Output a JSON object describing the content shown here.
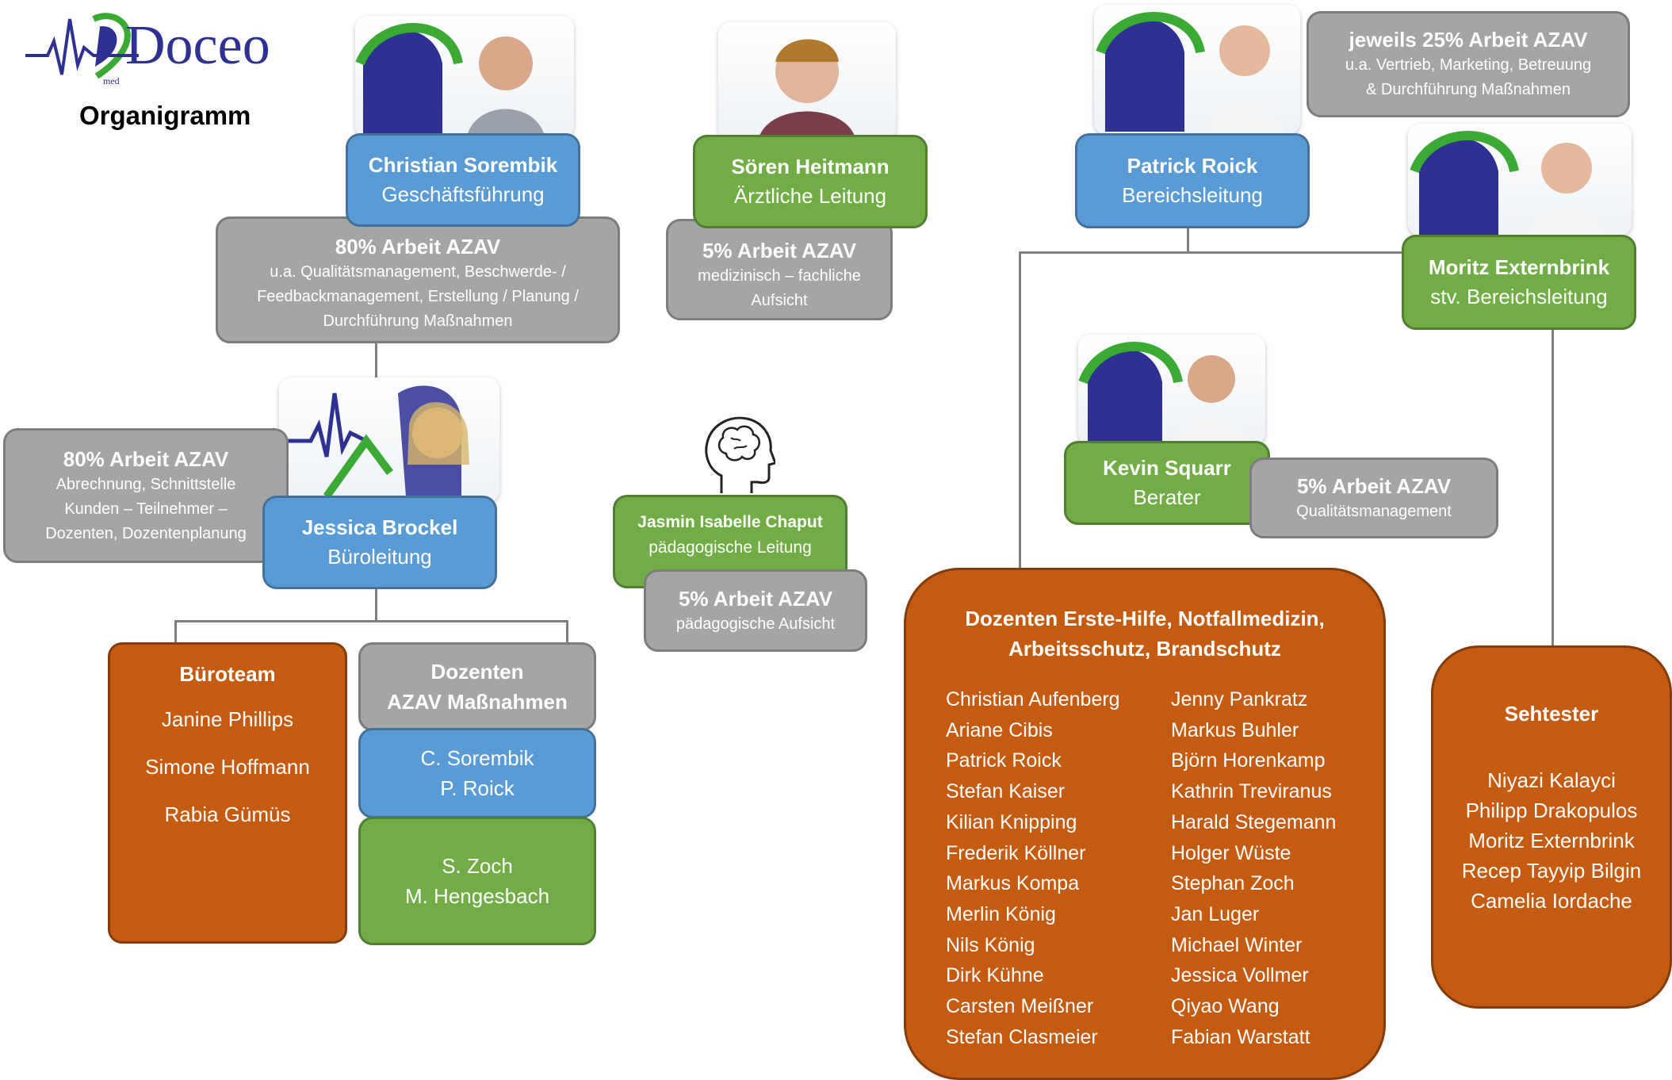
{
  "logo": {
    "brand": "Doceo",
    "sub": "med"
  },
  "title": "Organigramm",
  "ceo": {
    "name": "Christian Sorembik",
    "role": "Geschäftsführung"
  },
  "ceo_note": {
    "heading": "80% Arbeit AZAV",
    "lines": [
      "u.a. Qualitätsmanagement, Beschwerde- /",
      "Feedbackmanagement, Erstellung / Planung /",
      "Durchführung Maßnahmen"
    ]
  },
  "medical": {
    "name": "Sören Heitmann",
    "role": "Ärztliche Leitung"
  },
  "medical_note": {
    "heading": "5% Arbeit AZAV",
    "lines": [
      "medizinisch – fachliche",
      "Aufsicht"
    ]
  },
  "office_lead": {
    "name": "Jessica Brockel",
    "role": "Büroleitung"
  },
  "office_note": {
    "heading": "80% Arbeit AZAV",
    "lines": [
      "Abrechnung, Schnittstelle",
      "Kunden – Teilnehmer –",
      "Dozenten, Dozentenplanung"
    ]
  },
  "pedagogic": {
    "name": "Jasmin Isabelle Chaput",
    "role": "pädagogische Leitung",
    "icon": "brain-head-icon"
  },
  "pedagogic_note": {
    "heading": "5% Arbeit AZAV",
    "lines": [
      "pädagogische Aufsicht"
    ]
  },
  "area_lead": {
    "name": "Patrick Roick",
    "role": "Bereichsleitung"
  },
  "area_note": {
    "heading": "jeweils 25% Arbeit AZAV",
    "lines": [
      "u.a. Vertrieb, Marketing, Betreuung",
      "& Durchführung Maßnahmen"
    ]
  },
  "deputy": {
    "name": "Moritz Externbrink",
    "role": "stv. Bereichsleitung"
  },
  "advisor": {
    "name": "Kevin Squarr",
    "role": "Berater"
  },
  "advisor_note": {
    "heading": "5% Arbeit AZAV",
    "lines": [
      "Qualitätsmanagement"
    ]
  },
  "office_team": {
    "heading": "Büroteam",
    "members": [
      "Janine Phillips",
      "Simone Hoffmann",
      "Rabia Gümüs"
    ]
  },
  "azav_lecturers": {
    "heading_lines": [
      "Dozenten",
      "AZAV Maßnahmen"
    ],
    "group_blue": [
      "C. Sorembik",
      "P. Roick"
    ],
    "group_green": [
      "S. Zoch",
      "M. Hengesbach"
    ]
  },
  "first_aid": {
    "heading_lines": [
      "Dozenten Erste-Hilfe, Notfallmedizin,",
      "Arbeitsschutz, Brandschutz"
    ],
    "col1": [
      "Christian Aufenberg",
      "Ariane Cibis",
      "Patrick Roick",
      "Stefan Kaiser",
      "Kilian Knipping",
      "Frederik Köllner",
      "Markus Kompa",
      "Merlin König",
      "Nils König",
      "Dirk Kühne",
      "Carsten Meißner",
      "Stefan Clasmeier"
    ],
    "col2": [
      "Jenny Pankratz",
      "Markus Buhler",
      "Björn Horenkamp",
      "Kathrin Treviranus",
      "Harald Stegemann",
      "Holger Wüste",
      "Stephan Zoch",
      "Jan Luger",
      "Michael Winter",
      "Jessica Vollmer",
      "Qiyao Wang",
      "Fabian Warstatt"
    ]
  },
  "eye_testers": {
    "heading": "Sehtester",
    "members": [
      "Niyazi Kalayci",
      "Philipp Drakopulos",
      "Moritz Externbrink",
      "Recep Tayyip Bilgin",
      "Camelia Iordache"
    ]
  },
  "colors": {
    "blue": "#5b9bd5",
    "green": "#70ad47",
    "gray": "#a5a5a5",
    "orange": "#c55a11",
    "logo_blue": "#2e3192",
    "logo_green": "#3aaa35"
  }
}
